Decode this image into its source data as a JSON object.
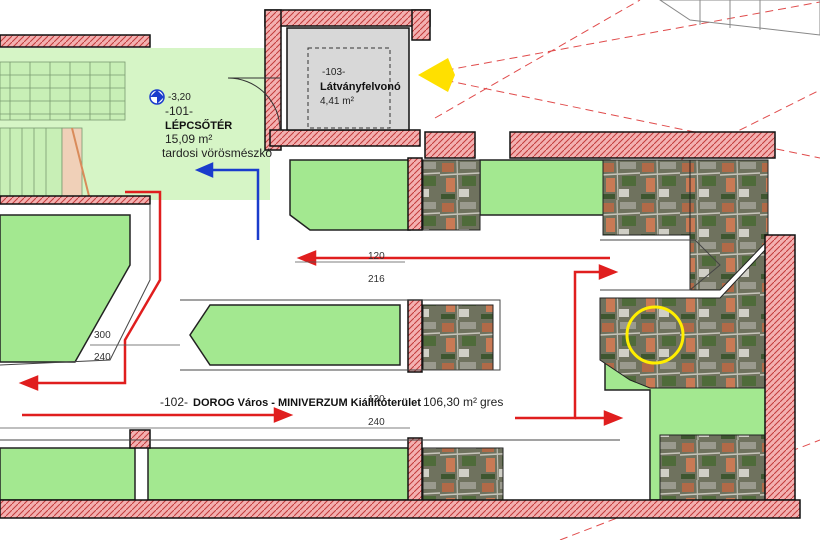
{
  "rooms": {
    "stair": {
      "number": "-101-",
      "name": "LÉPCSŐTÉR",
      "area": "15,09 m²",
      "floor": "tardosi vörösmészkő",
      "level": "-3,20"
    },
    "lift": {
      "number": "-103-",
      "name": "Látványfelvonó",
      "area": "4,41 m²"
    },
    "exhibition": {
      "number": "-102-",
      "name": "DOROG Város - MINIVERZUM Kiállítóterület",
      "area": "106,30 m²",
      "floor": "gres"
    }
  },
  "dimensions": [
    "120",
    "216",
    "300",
    "240",
    "120",
    "240"
  ],
  "colors": {
    "green": "#a3e890",
    "light_green": "#d6f5c6",
    "wall": "#e06868",
    "arrow_red": "#e01e1e",
    "arrow_blue": "#1a3ccc",
    "camera_cone": "#ffe000",
    "circle": "#ffee00"
  }
}
